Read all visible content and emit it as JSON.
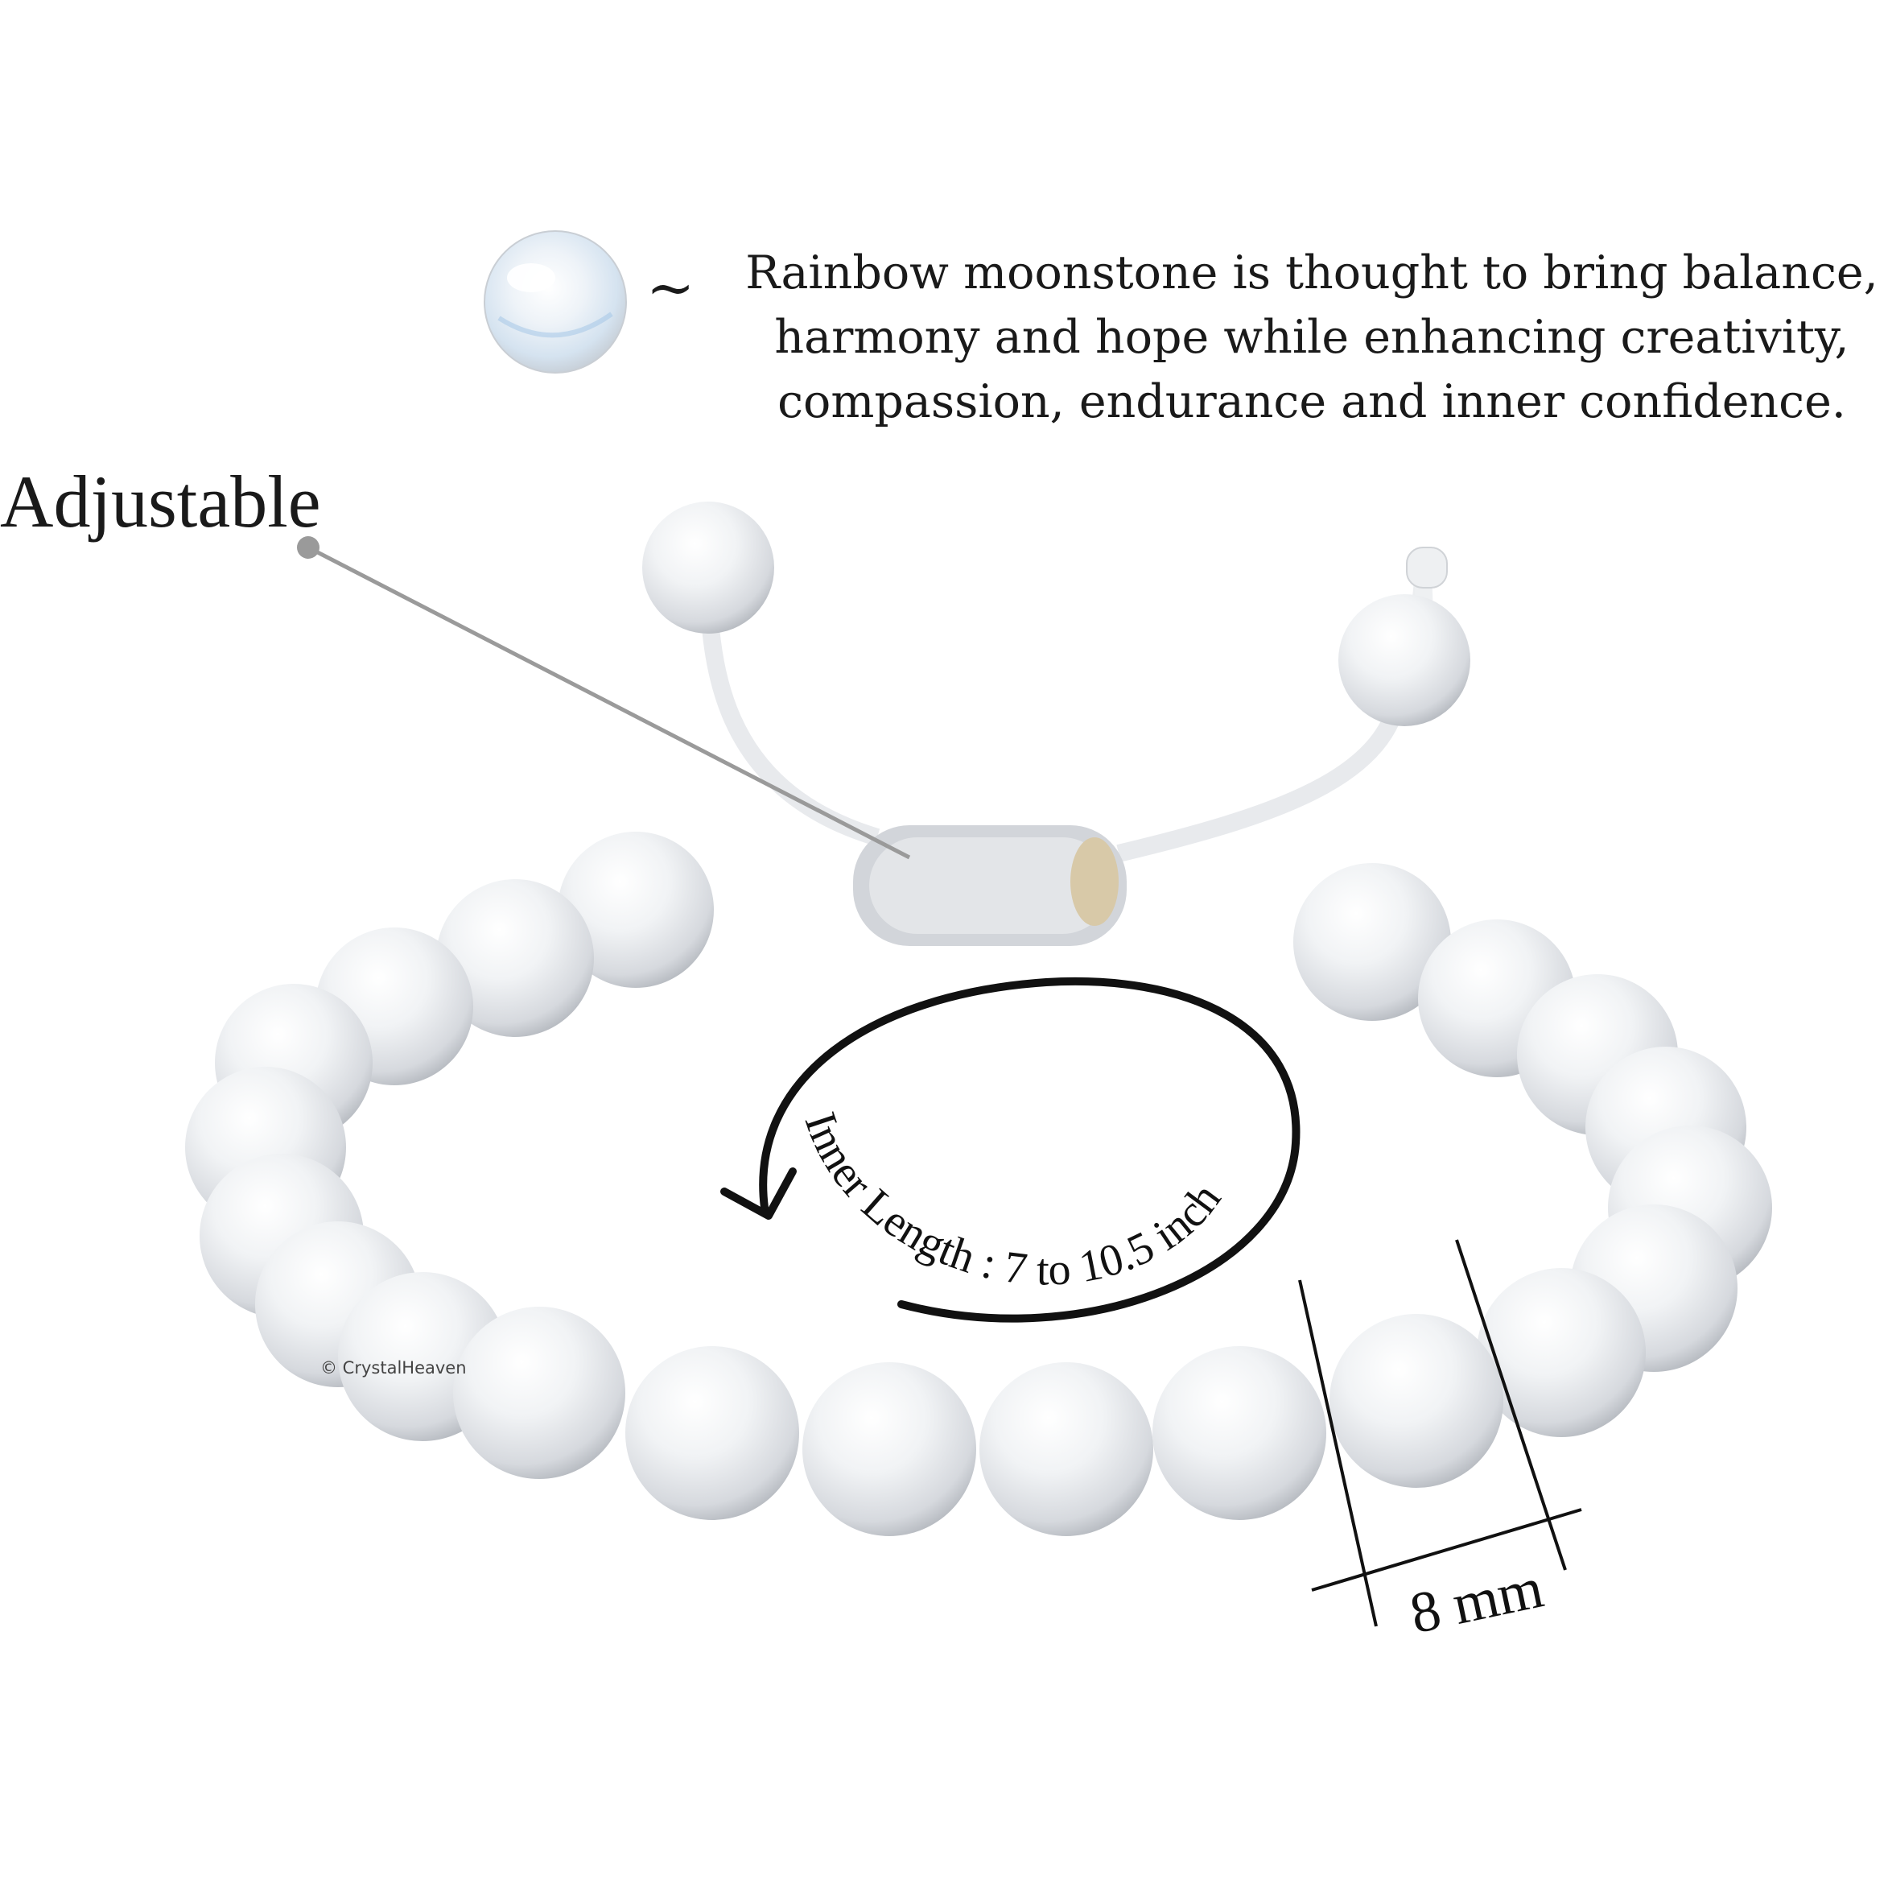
{
  "description": {
    "lines": [
      "Rainbow moonstone is thought to bring balance,",
      "harmony and hope while enhancing creativity,",
      "compassion, endurance and inner confidence."
    ]
  },
  "tilde": "~",
  "feature_label": "Adjustable",
  "inner_length": "Inner Length : 7 to 10.5 inch",
  "bead_size": "8 mm",
  "watermark": "© CrystalHeaven",
  "colors": {
    "bead_fill": "#eef0f2",
    "bead_shadow": "#c9ccd1",
    "cord": "#f4f5f7",
    "knot": "#c6c9ce",
    "leader": "#9a9a9a",
    "ink": "#111111"
  }
}
